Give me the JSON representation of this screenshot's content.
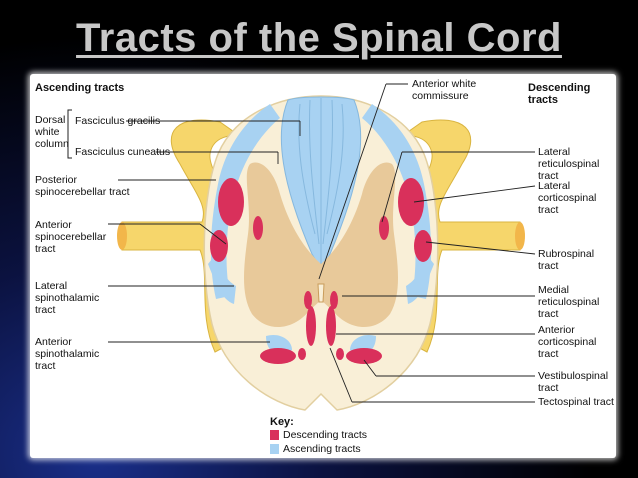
{
  "title": "Tracts of the Spinal Cord",
  "colors": {
    "descending": "#d9305b",
    "ascending": "#a8d2f2",
    "gray_matter": "#e8c99a",
    "white_matter": "#f9efd7",
    "nerve_root": "#f6d66b"
  },
  "labels": {
    "ascending_tracts": "Ascending tracts",
    "dorsal_white_column": "Dorsal\nwhite\ncolumn",
    "fasciculus_gracilis": "Fasciculus gracilis",
    "fasciculus_cuneatus": "Fasciculus cuneatus",
    "posterior_spinocerebellar": "Posterior\nspinocerebellar tract",
    "anterior_spinocerebellar": "Anterior\nspinocerebellar\ntract",
    "lateral_spinothalamic": "Lateral\nspinothalamic\ntract",
    "anterior_spinothalamic": "Anterior\nspinothalamic\ntract",
    "anterior_white_commissure": "Anterior white\ncommissure",
    "descending_tracts": "Descending tracts",
    "lateral_reticulospinal": "Lateral\nreticulospinal tract",
    "lateral_corticospinal": "Lateral\ncorticospinal\ntract",
    "rubrospinal": "Rubrospinal tract",
    "medial_reticulospinal": "Medial\nreticulospinal tract",
    "anterior_corticospinal": "Anterior\ncorticospinal tract",
    "vestibulospinal": "Vestibulospinal tract",
    "tectospinal": "Tectospinal tract"
  },
  "key": {
    "heading": "Key:",
    "descending": "Descending tracts",
    "ascending": "Ascending tracts"
  }
}
